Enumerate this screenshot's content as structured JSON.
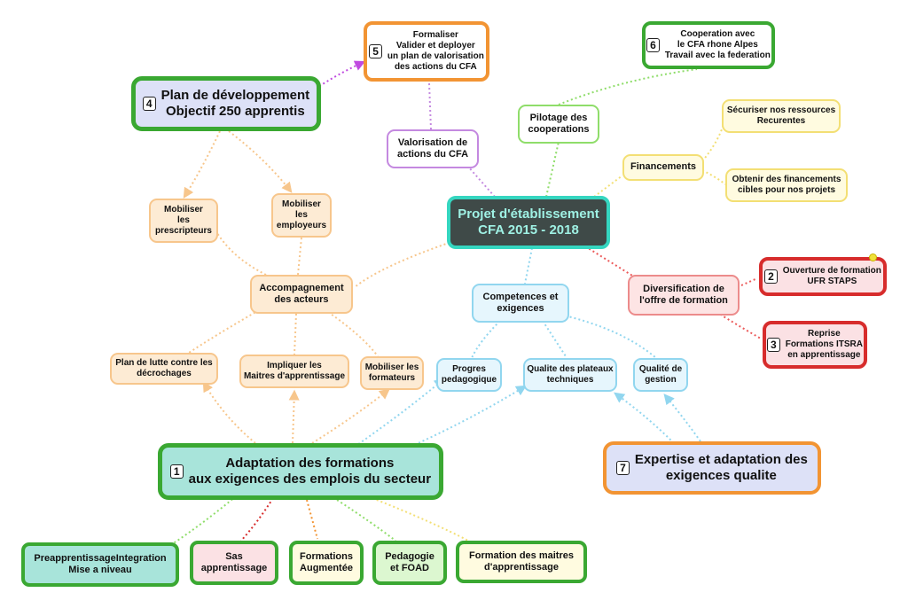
{
  "central": "Projet d'établissement\nCFA  2015 - 2018",
  "main_nodes": {
    "adaptation": {
      "num": "1",
      "text": "Adaptation des formations\naux exigences des emplois du secteur"
    },
    "plan": {
      "num": "4",
      "text": "Plan de développement\nObjectif 250 apprentis"
    },
    "expertise": {
      "num": "7",
      "text": "Expertise et adaptation des\nexigences qualite"
    }
  },
  "numbered_boxes": {
    "formaliser": {
      "num": "5",
      "text": "Formaliser\nValider et deployer\nun plan de valorisation\ndes actions du CFA"
    },
    "cooperation": {
      "num": "6",
      "text": "Cooperation avec\nle CFA rhone Alpes\nTravail avec la federation"
    },
    "ouverture": {
      "num": "2",
      "text": "Ouverture de formation\nUFR STAPS"
    },
    "reprise": {
      "num": "3",
      "text": "Reprise\nFormations ITSRA\nen apprentissage"
    }
  },
  "branches": {
    "valorisation": "Valorisation de\nactions du CFA",
    "pilotage": "Pilotage des\ncooperations",
    "financements": "Financements",
    "diversification": "Diversification de\nl'offre de formation",
    "competences": "Competences et\nexigences",
    "accompagnement": "Accompagnement\ndes acteurs"
  },
  "subitems": {
    "securiser": "Sécuriser nos ressources\nRecurentes",
    "obtenir": "Obtenir des financements\ncibles pour nos projets",
    "prescripteurs": "Mobiliser\nles\nprescripteurs",
    "employeurs": "Mobiliser\nles\nemployeurs",
    "decrochages": "Plan de lutte contre les\ndécrochages",
    "maitres": "Impliquer les\nMaitres d'apprentissage",
    "formateurs": "Mobiliser les\nformateurs",
    "progres": "Progres\npedagogique",
    "plateaux": "Qualite des plateaux\ntechniques",
    "gestion": "Qualité de\ngestion"
  },
  "bottom": {
    "preapp": "PreapprentissageIntegration\nMise a niveau",
    "sas": "Sas\napprentissage",
    "augmentee": "Formations\nAugmentée",
    "pedagogie": "Pedagogie\net FOAD",
    "formation_maitres": "Formation des maitres\nd'apprentissage"
  },
  "colors": {
    "orange": "#f29433",
    "light_orange": "#f7c68c",
    "green": "#3aa832",
    "light_green": "#8fdd6a",
    "teal": "#35d6c0",
    "purple": "#c489e0",
    "red": "#d72c2c",
    "blue": "#91d6ef",
    "yellow": "#f3df74",
    "dark": "#3f4a48"
  }
}
